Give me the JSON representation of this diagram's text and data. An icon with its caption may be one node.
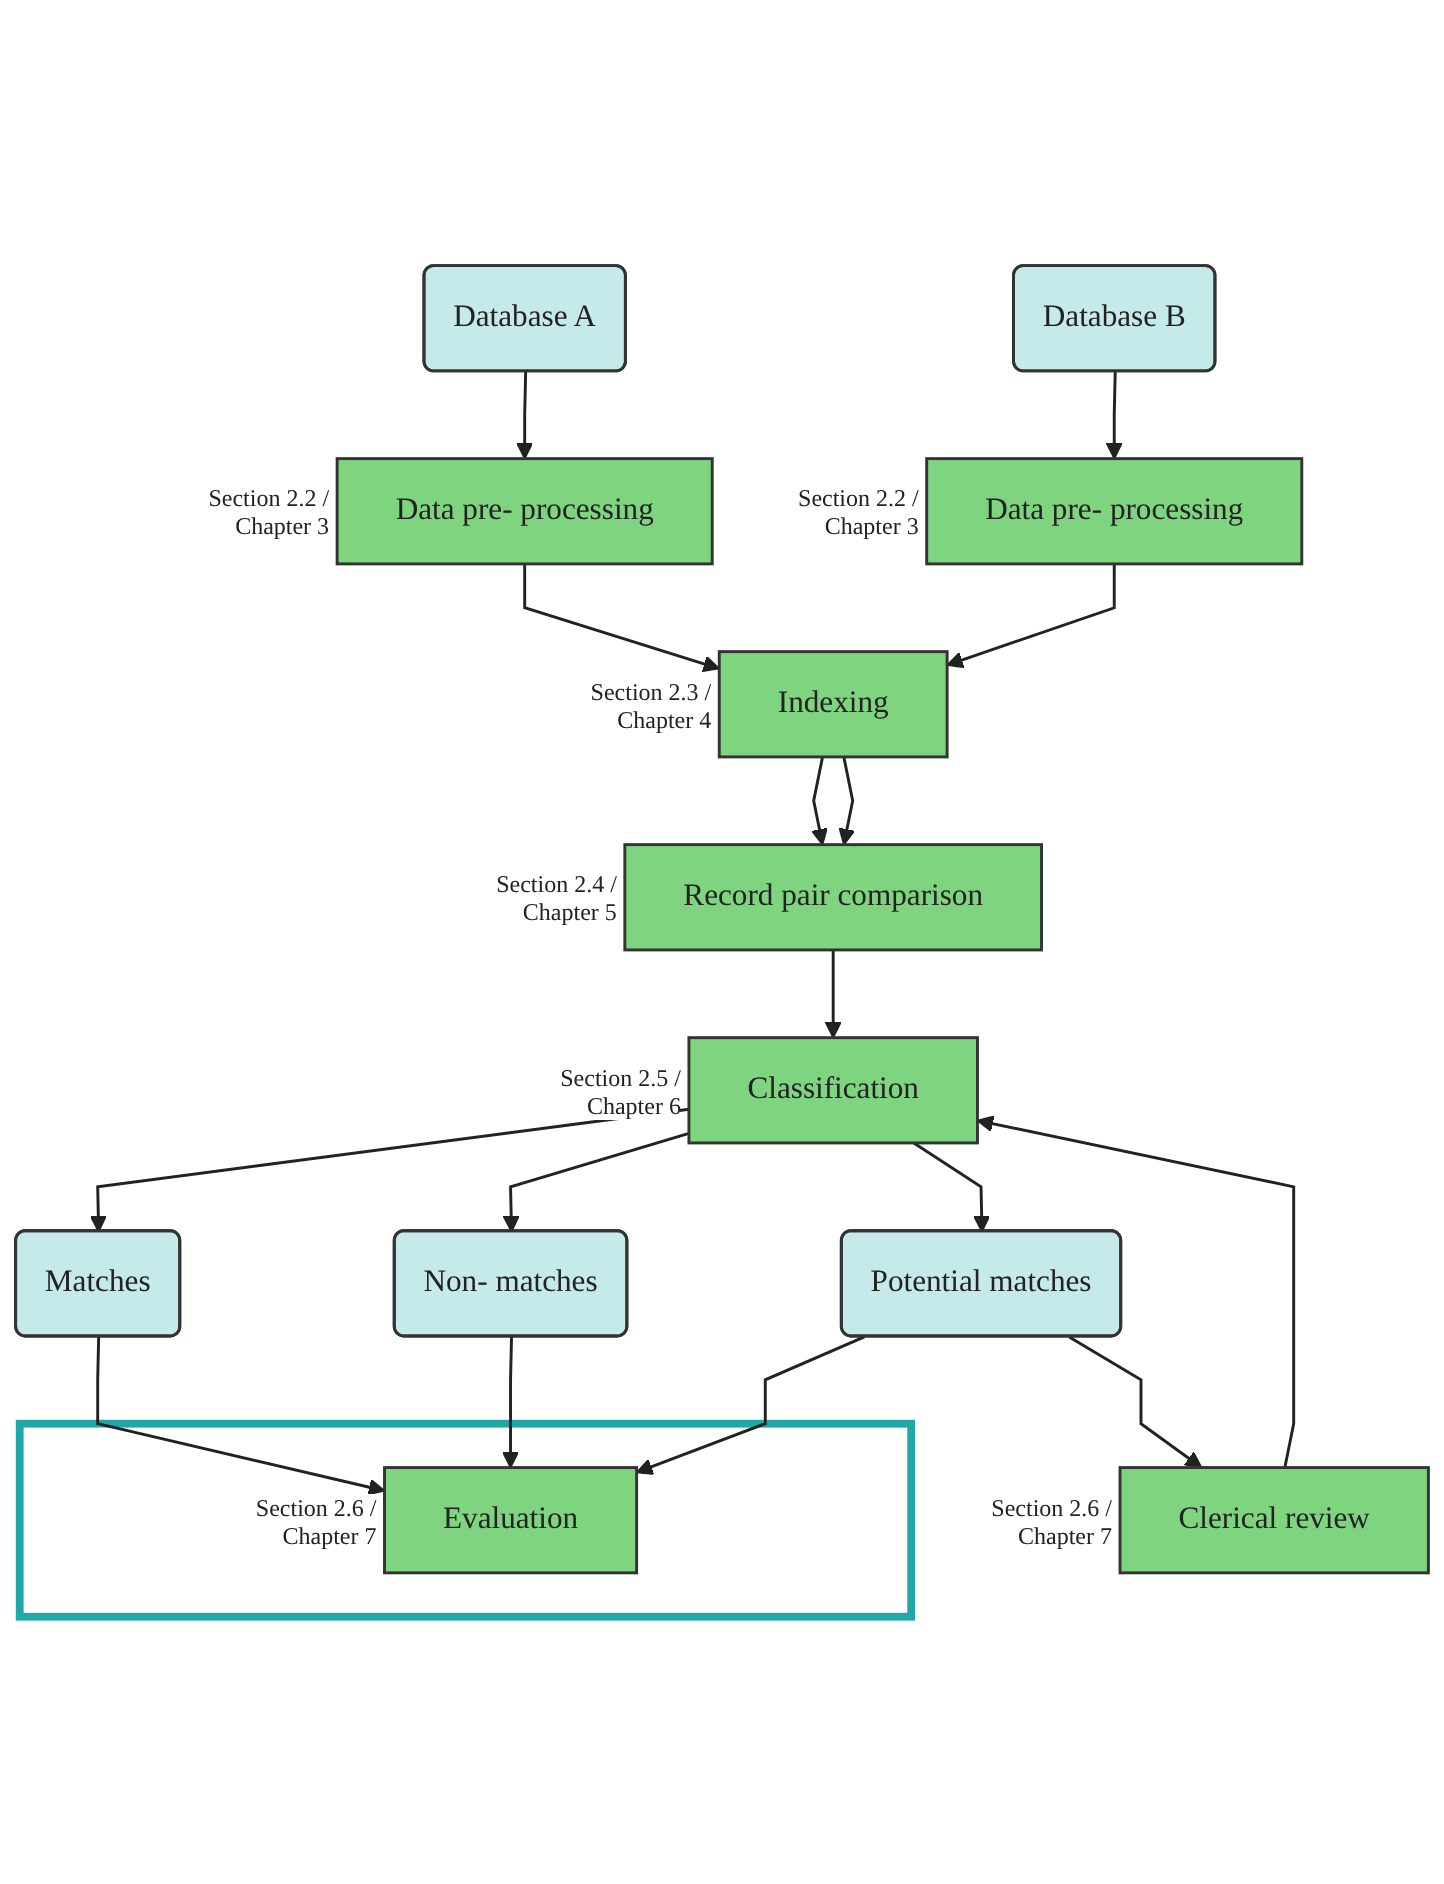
{
  "diagram": {
    "nodes": [
      {
        "text": [
          "Database A"
        ]
      },
      {
        "text": [
          "Database B"
        ]
      },
      {
        "text": [
          "Data pre- processing"
        ],
        "beside": [
          "Section 2.2 / Chapter 3"
        ]
      },
      {
        "text": [
          "Indexing"
        ],
        "beside": [
          "Section 2.3 / Chapter 4"
        ]
      },
      {
        "text": [
          "Data pre- processing"
        ],
        "beside": [
          "Section 2.2 / Chapter 3"
        ]
      },
      {
        "text": [
          "Record pair comparison"
        ],
        "beside": [
          "Section 2.4 / Chapter 5"
        ]
      },
      {
        "text": [
          "Classification"
        ],
        "beside": [
          "Section 2.5 / Chapter 6"
        ]
      },
      {
        "text": [
          "Clerical review"
        ],
        "beside": [
          "Section 2.6 / Chapter 7"
        ]
      },
      {
        "text": [
          "Matches"
        ]
      },
      {
        "text": [
          "Non- matches"
        ]
      },
      {
        "text": [
          "Potential matches"
        ]
      },
      {
        "text": [],
        "shape": "box"
      },
      {
        "text": [
          "Evaluation"
        ],
        "beside": [
          "Section 2.6 / Chapter 7"
        ],
        "in": 11
      }
    ],
    "edges": [
      {
        "from": 0,
        "to": 2,
        "arrow": "to"
      },
      {
        "from": 1,
        "to": 4,
        "arrow": "to"
      },
      {
        "from": 2,
        "to": 3,
        "arrow": "to"
      },
      {
        "from": 4,
        "to": 3,
        "arrow": "to"
      },
      {
        "from": 3,
        "to": 5,
        "arrow": "to"
      },
      {
        "from": 3,
        "to": 5,
        "arrow": "to"
      },
      {
        "from": 5,
        "to": 6,
        "arrow": "to"
      },
      {
        "from": 7,
        "to": 6,
        "arrow": "to"
      },
      {
        "from": 6,
        "to": 8,
        "arrow": "to"
      },
      {
        "from": 6,
        "to": 9,
        "arrow": "to"
      },
      {
        "from": 6,
        "to": 10,
        "arrow": "to"
      },
      {
        "from": 10,
        "to": 7,
        "arrow": "to"
      },
      {
        "from": 8,
        "to": 12,
        "arrow": "to"
      },
      {
        "from": 9,
        "to": 12,
        "arrow": "to"
      },
      {
        "from": 10,
        "to": 12,
        "arrow": "to"
      }
    ]
  }
}
